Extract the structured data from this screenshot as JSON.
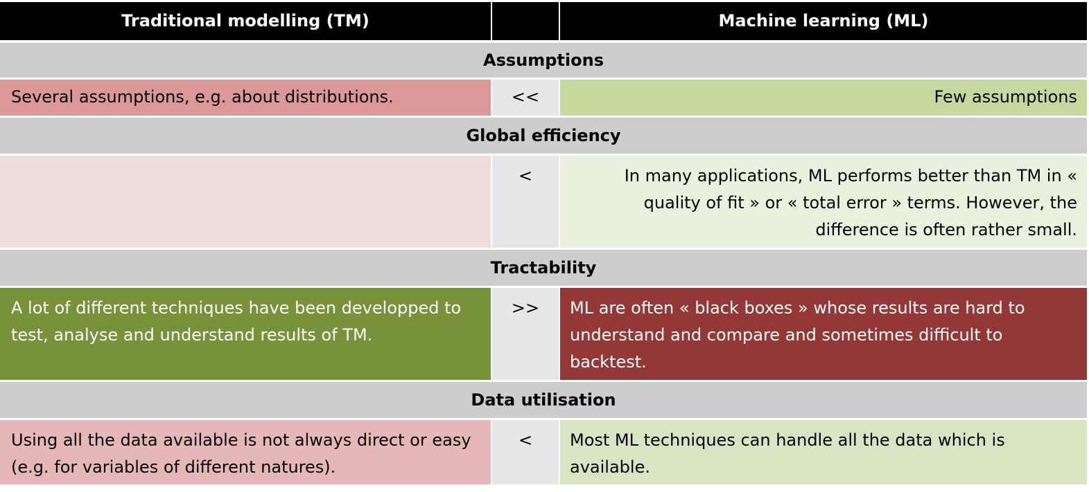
{
  "header": {
    "left": "Traditional modelling (TM)",
    "middle": "",
    "right": "Machine learning (ML)"
  },
  "rows": [
    {
      "section": "Assumptions",
      "left": "Several assumptions, e.g. about distributions.",
      "operator": "<<",
      "right": "Few assumptions",
      "left_color": "#dc9799",
      "right_color": "#c5d99e"
    },
    {
      "section": "Global efficiency",
      "left": "",
      "operator": "<",
      "right": "In many applications, ML performs better than TM in « quality of fit » or « total error » terms. However, the difference is often rather small.",
      "left_color": "#f1dcdc",
      "right_color": "#eaf1df"
    },
    {
      "section": "Tractability",
      "left": "A lot of different techniques have been developped to test, analyse and understand results of TM.",
      "operator": ">>",
      "right": "ML are often « black boxes » whose results are hard to understand and compare and sometimes difficult to backtest.",
      "left_color": "#779239",
      "right_color": "#943737"
    },
    {
      "section": "Data utilisation",
      "left": "Using all the data available is not always direct or easy  (e.g. for variables of different natures).",
      "operator": "<",
      "right": "Most ML techniques can handle all the data which is available.",
      "left_color": "#e6b7b8",
      "right_color": "#d8e5c2"
    }
  ]
}
